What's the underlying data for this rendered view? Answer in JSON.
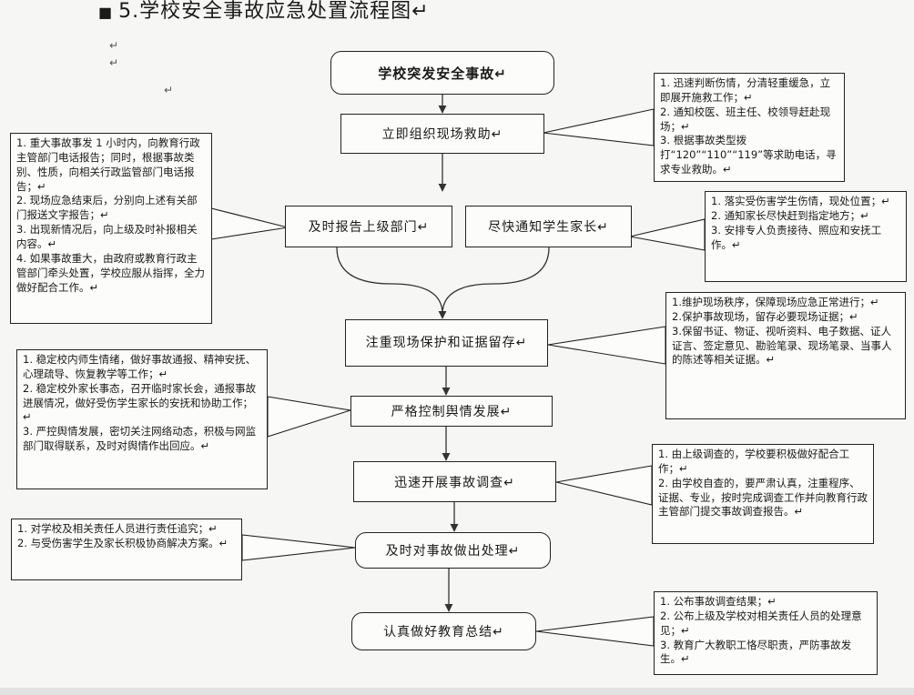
{
  "title": "5.学校安全事故应急处置流程图↵",
  "marks": [
    "↵",
    "↵",
    "↵"
  ],
  "flow": {
    "start": "学校突发安全事故↵",
    "rescue": "立即组织现场救助↵",
    "report": "及时报告上级部门↵",
    "notify": "尽快通知学生家长↵",
    "protect": "注重现场保护和证据留存↵",
    "control": "严格控制舆情发展↵",
    "investigate": "迅速开展事故调查↵",
    "handle": "及时对事故做出处理↵",
    "summary": "认真做好教育总结↵"
  },
  "notes": {
    "rescue": [
      "1. 迅速判断伤情，分清轻重缓急，立即展开施救工作；↵",
      "2. 通知校医、班主任、校领导赶赴现场；↵",
      "3. 根据事故类型拨打“120”“110”“119”等求助电话，寻求专业救助。↵"
    ],
    "report": [
      "1. 重大事故事发 1 小时内，向教育行政主管部门电话报告；同时，根据事故类别、性质，向相关行政监管部门电话报告；↵",
      "2. 现场应急结束后，分别向上述有关部门报送文字报告；↵",
      "3. 出现新情况后，向上级及时补报相关内容。↵",
      "4. 如果事故重大，由政府或教育行政主管部门牵头处置，学校应服从指挥，全力做好配合工作。↵"
    ],
    "notify": [
      "1. 落实受伤害学生伤情，现处位置；↵",
      "2. 通知家长尽快赶到指定地方；↵",
      "3. 安排专人负责接待、照应和安抚工作。↵"
    ],
    "protect": [
      "1.维护现场秩序，保障现场应急正常进行；↵",
      "2.保护事故现场，留存必要现场证据；↵",
      "3.保留书证、物证、视听资料、电子数据、证人证言、签定意见、勘验笔录、现场笔录、当事人的陈述等相关证据。↵"
    ],
    "control": [
      "1. 稳定校内师生情绪，做好事故通报、精神安抚、心理疏导、恢复教学等工作；↵",
      "2. 稳定校外家长事态，召开临时家长会，通报事故进展情况，做好受伤学生家长的安抚和协助工作；↵",
      "3. 严控舆情发展，密切关注网络动态，积极与网监部门取得联系，及时对舆情作出回应。↵"
    ],
    "investigate": [
      "1. 由上级调查的，学校要积极做好配合工作；↵",
      "2. 由学校自查的，要严肃认真，注重程序、证据、专业，按时完成调查工作并向教育行政主管部门提交事故调查报告。↵"
    ],
    "handle": [
      "1. 对学校及相关责任人员进行责任追究；↵",
      "2. 与受伤害学生及家长积极协商解决方案。↵"
    ],
    "summary": [
      "1. 公布事故调查结果；↵",
      "2. 公布上级及学校对相关责任人员的处理意见；↵",
      "3. 教育广大教职工恪尽职责，严防事故发生。↵"
    ]
  }
}
